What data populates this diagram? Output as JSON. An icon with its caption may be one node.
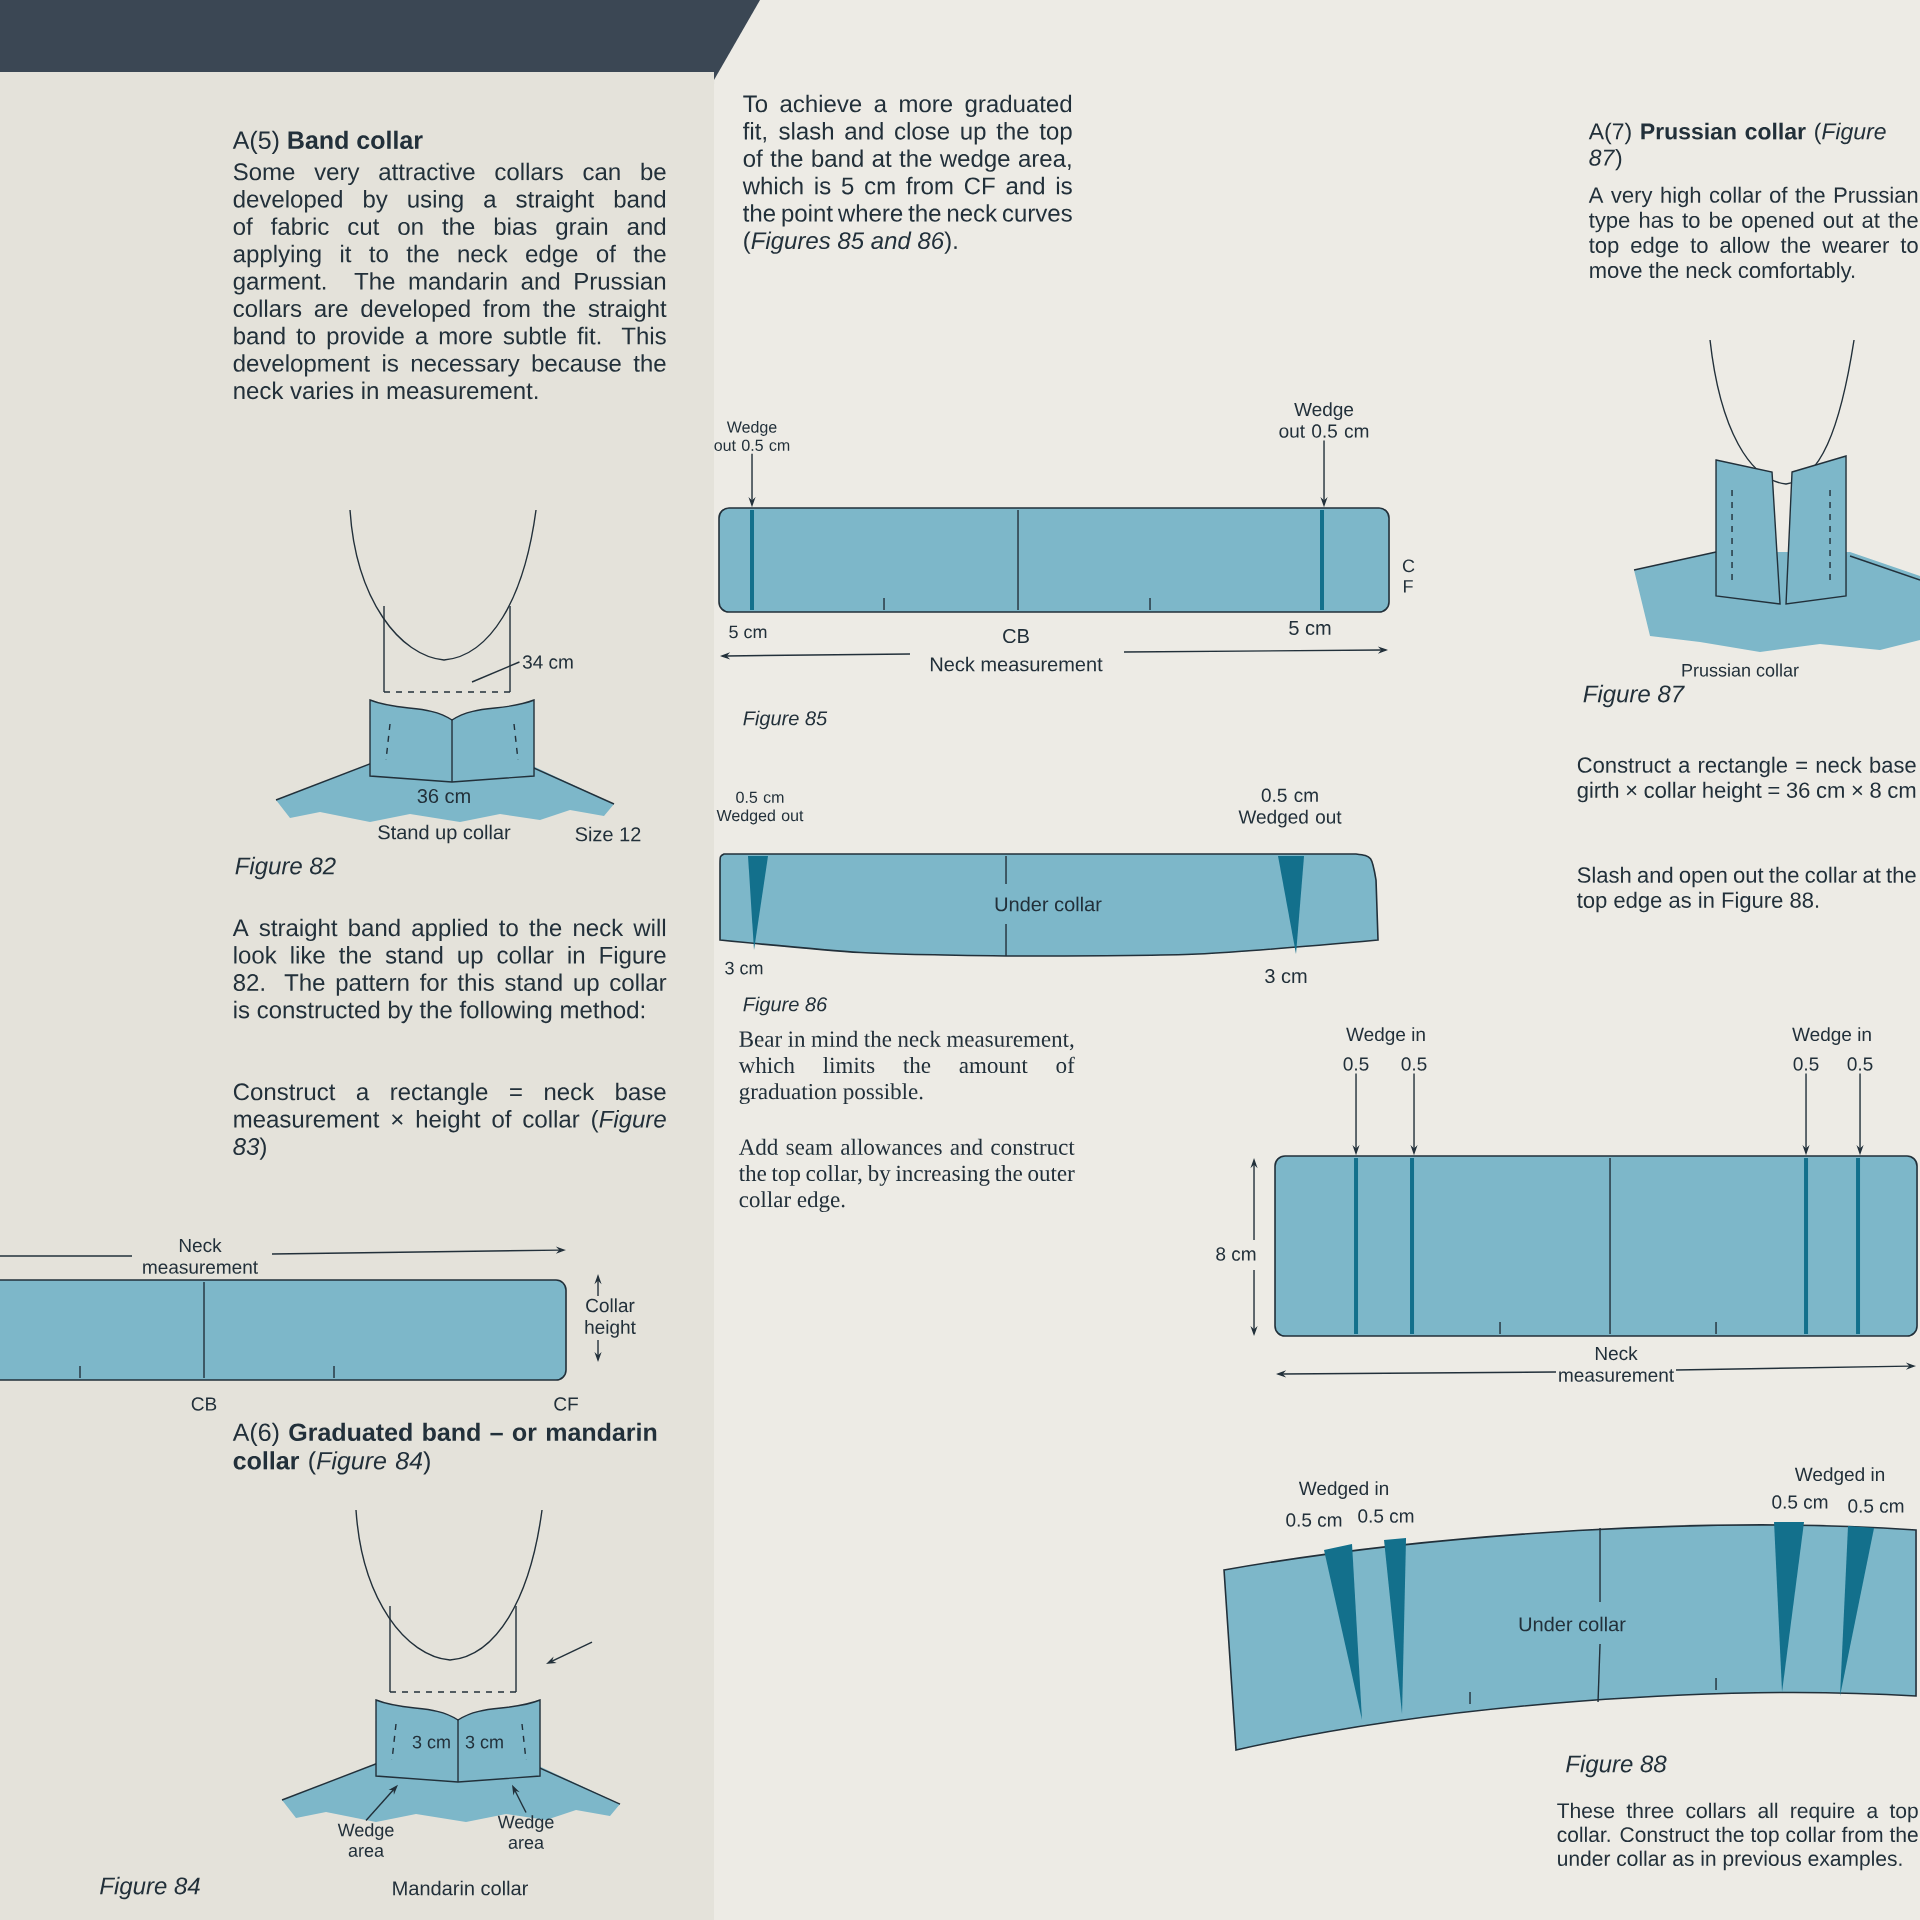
{
  "diagram": {
    "nodes": [
      {
        "text": [
          "34 cm"
        ]
      },
      {
        "text": [],
        "shape": "bar"
      },
      {
        "text": [
          "3 cm",
          "3 cm"
        ]
      },
      {
        "text": [
          "Wedge area"
        ]
      },
      {
        "text": [
          "Wedge area"
        ]
      },
      {
        "text": [
          "Wedge out 0.5 cm"
        ]
      },
      {
        "text": [
          "Wedge out 0.5 cm"
        ]
      },
      {
        "text": [],
        "shape": "bar"
      },
      {
        "text": [
          "Under collar"
        ]
      },
      {
        "text": [
          "0.5"
        ]
      },
      {
        "text": [
          "0.5"
        ]
      },
      {
        "text": [
          "0.5"
        ]
      },
      {
        "text": [
          "0.5"
        ]
      },
      {
        "text": [],
        "shape": "bar"
      },
      {
        "text": [
          "Under collar"
        ]
      }
    ],
    "edges": [
      {
        "from": 0,
        "to": null,
        "arrow": "none"
      },
      {
        "from": 3,
        "to": 2,
        "arrow": "to"
      },
      {
        "from": 4,
        "to": 2,
        "arrow": "to"
      },
      {
        "from": 5,
        "to": 7,
        "arrow": "to"
      },
      {
        "from": 6,
        "to": 7,
        "arrow": "to"
      },
      {
        "from": 9,
        "to": 13,
        "arrow": "to"
      },
      {
        "from": 10,
        "to": 13,
        "arrow": "to"
      },
      {
        "from": 11,
        "to": 13,
        "arrow": "to"
      },
      {
        "from": 12,
        "to": 13,
        "arrow": "to"
      }
    ],
    "labels": [
      "A(5) **Band collar**",
      "Some very attractive collars can be developed by using a straight band of fabric cut on the bias grain and applying it to the neck edge of the garment. The mandarin and Prussian collars are developed from the straight band to provide a more subtle fit. This development is necessary because the neck varies in measurement.",
      "36 cm",
      "Stand up collar",
      "Size 12",
      "Figure 82",
      "A straight band applied to the neck will look like the stand up collar in Figure 82. The pattern for this stand up collar is constructed by the following method:",
      "Construct a rectangle = neck base measurement × height of collar (*Figure 83*)",
      "Neck measurement",
      "Collar height",
      "CB",
      "CF",
      "A(6) **Graduated band – or mandarin collar** (*Figure 84*)",
      "Figure 84",
      "Mandarin collar",
      "To achieve a more graduated fit, slash and close up the top of the band at the wedge area, which is 5 cm from CF and is the point where the neck curves (*Figures 85 and 86*).",
      "C F",
      "5 cm",
      "CB",
      "5 cm",
      "Neck measurement",
      "Figure 85",
      "0.5 cm Wedged out",
      "0.5 cm Wedged out",
      "3 cm",
      "3 cm",
      "Figure 86",
      "Bear in mind the neck measurement, which limits the amount of graduation possible.",
      "Add seam allowances and construct the top collar, by increasing the outer collar edge.",
      "A(7) **Prussian collar** (*Figure 87*)",
      "A very high collar of the Prussian type has to be opened out at the top edge to allow the wearer to move the neck comfortably.",
      "Prussian collar",
      "Figure 87",
      "Construct a rectangle = neck base girth × collar height = 36 cm × 8 cm",
      "Slash and open out the collar at the top edge as in Figure 88.",
      "Wedge in",
      "Wedge in",
      "8 cm",
      "Neck measurement",
      "Wedged in",
      "0.5 cm",
      "0.5 cm",
      "Wedged in",
      "0.5 cm",
      "0.5 cm",
      "Figure 88",
      "These three collars all require a top collar. Construct the top collar from the under collar as in previous examples."
    ]
  }
}
